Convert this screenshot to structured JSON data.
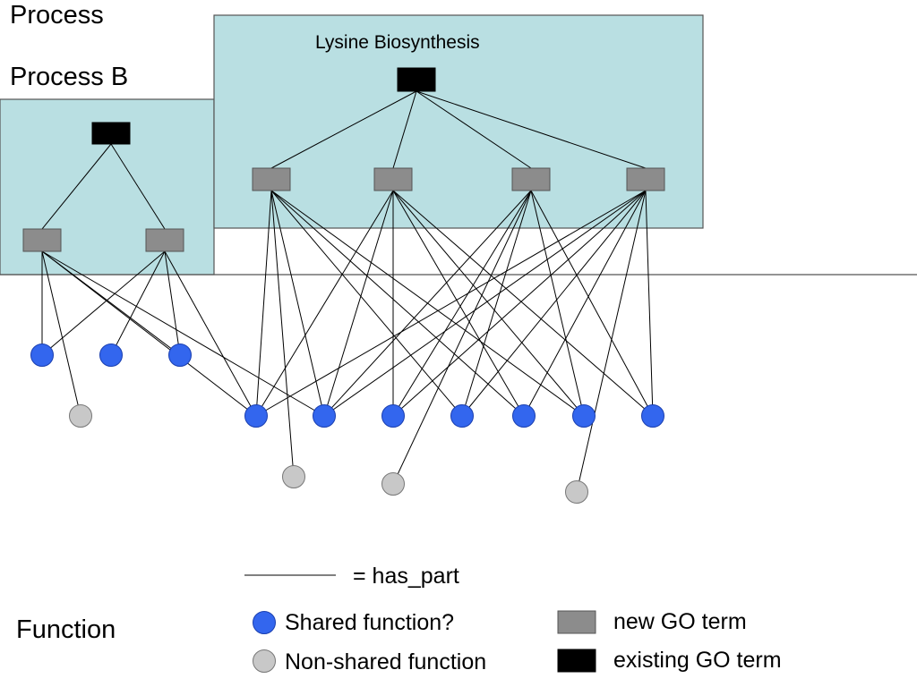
{
  "labels": {
    "process_a": "Process",
    "process_b": "Process B",
    "lysine": "Lysine Biosynthesis",
    "function": "Function"
  },
  "legend": {
    "has_part": "= has_part",
    "shared": "Shared function?",
    "non_shared": "Non-shared function",
    "new_go": "new GO term",
    "existing_go": "existing GO term"
  },
  "colors": {
    "panel_fill": "#b9dfe2",
    "panel_stroke": "#555555",
    "new_go_fill": "#8c8c8c",
    "existing_go_fill": "#000000",
    "shared_fill": "#3366ee",
    "shared_stroke": "#1a3fb0",
    "non_shared_fill": "#c8c8c8",
    "non_shared_stroke": "#777777",
    "edge": "#000000"
  }
}
